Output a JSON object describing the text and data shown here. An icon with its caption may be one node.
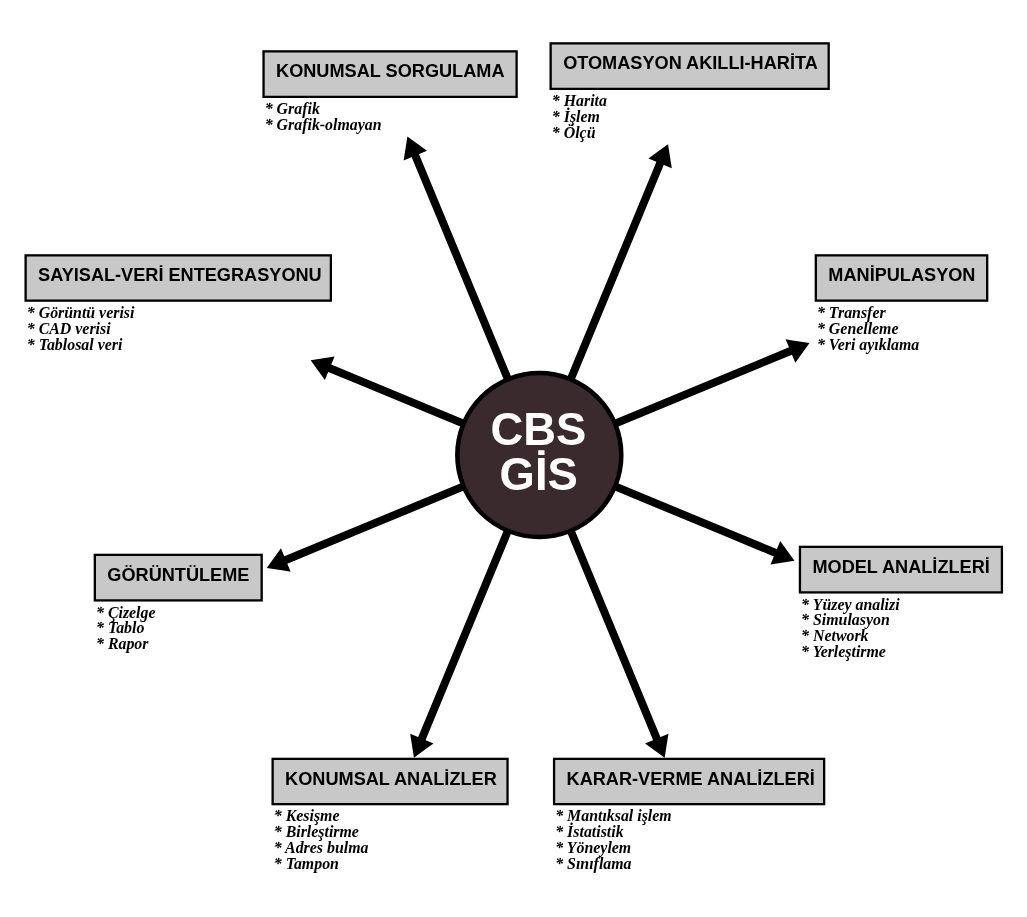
{
  "diagram": {
    "nodes": [
      {
        "text": [
          "CBS",
          "GİS"
        ]
      },
      {
        "text": [
          "SAYISAL-VERİ ENTEGRASYONU"
        ],
        "beside": [
          "* Görüntü verisi",
          "* CAD verisi",
          "* Tablosal veri"
        ]
      },
      {
        "text": [
          "KONUMSAL SORGULAMA"
        ],
        "beside": [
          "* Grafik",
          "* Grafik-olmayan"
        ]
      },
      {
        "text": [
          "OTOMASYON AKILLI-HARİTA"
        ],
        "beside": [
          "* Harita",
          "* İşlem",
          "* Ölçü"
        ]
      },
      {
        "text": [
          "GÖRÜNTÜLEME"
        ],
        "beside": [
          "* Çizelge",
          "* Tablo",
          "* Rapor"
        ]
      },
      {
        "text": [
          "MANİPULASYON"
        ],
        "beside": [
          "* Transfer",
          "* Genelleme",
          "* Veri ayıklama"
        ]
      },
      {
        "text": [
          "KONUMSAL ANALİZLER"
        ],
        "beside": [
          "* Kesişme",
          "* Birleştirme",
          "* Adres bulma",
          "* Tampon"
        ]
      },
      {
        "text": [
          "KARAR-VERME ANALİZLERİ"
        ],
        "beside": [
          "* Mantıksal işlem",
          "* İstatistik",
          "* Yöneylem",
          "* Sınıflama"
        ]
      },
      {
        "text": [
          "MODEL ANALİZLERİ"
        ],
        "beside": [
          "* Yüzey analizi",
          "* Simulasyon",
          "* Network",
          "* Yerleştirme"
        ]
      }
    ],
    "edges": [
      {
        "from": 0,
        "to": 1,
        "arrow": "to"
      },
      {
        "from": 0,
        "to": 2,
        "arrow": "to"
      },
      {
        "from": 0,
        "to": 3,
        "arrow": "to"
      },
      {
        "from": 0,
        "to": 4,
        "arrow": "to"
      },
      {
        "from": 0,
        "to": 5,
        "arrow": "to"
      },
      {
        "from": 0,
        "to": 6,
        "arrow": "to"
      },
      {
        "from": 0,
        "to": 7,
        "arrow": "to"
      },
      {
        "from": 0,
        "to": 8,
        "arrow": "to"
      }
    ]
  }
}
